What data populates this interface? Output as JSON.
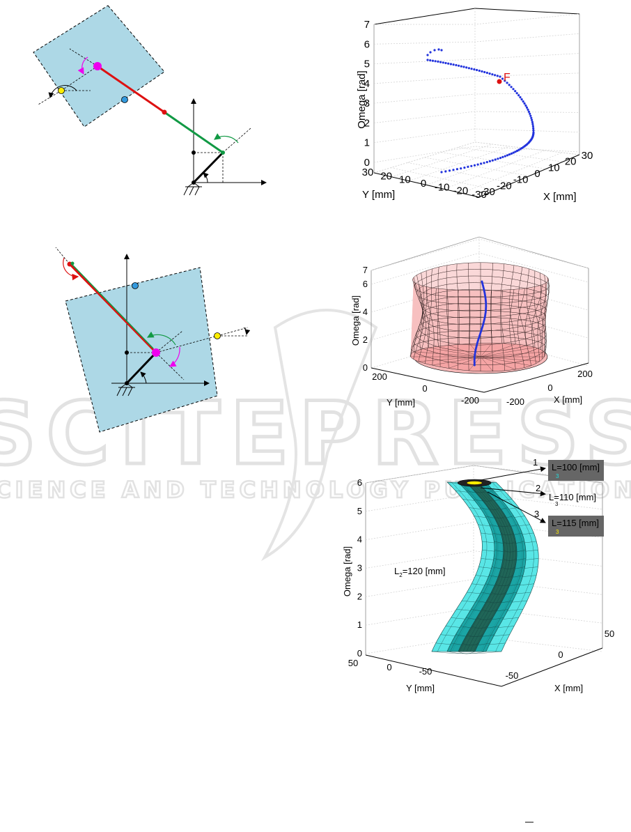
{
  "watermark": {
    "main": "SCITEPRESS",
    "sub": "SCIENCE AND TECHNOLOGY PUBLICATIONS"
  },
  "colors": {
    "plate": "#add8e6",
    "link_red": "#dd1111",
    "link_green": "#119944",
    "pink": "#ee00ee",
    "yellow": "#ffee00",
    "blue_dot": "#3399dd",
    "trajectory": "#2233dd",
    "cylinder": "#f4a0a0",
    "tube_outer": "#22dddd",
    "tube_mid": "#119999",
    "tube_inner": "#225544"
  },
  "chart_data": [
    {
      "type": "line3d",
      "zlabel": "Omega [rad]",
      "ylabel": "Y [mm]",
      "xlabel": "X [mm]",
      "z_ticks": [
        "0",
        "1",
        "2",
        "3",
        "4",
        "5",
        "6",
        "7"
      ],
      "y_ticks": [
        "30",
        "20",
        "10",
        "0",
        "-10",
        "-20",
        "-30"
      ],
      "x_ticks": [
        "-30",
        "-20",
        "-10",
        "0",
        "10",
        "20",
        "30"
      ],
      "zlim": [
        0,
        7
      ],
      "annotation": {
        "label": "F",
        "omega": 4.2
      }
    },
    {
      "type": "surface3d",
      "zlabel": "Omega [rad]",
      "ylabel": "Y [mm]",
      "xlabel": "X [mm]",
      "z_ticks": [
        "0",
        "2",
        "4",
        "6",
        "7"
      ],
      "y_ticks": [
        "200",
        "0",
        "-200"
      ],
      "x_ticks": [
        "-200",
        "0",
        "200"
      ],
      "zlim": [
        0,
        7
      ]
    },
    {
      "type": "surface3d",
      "zlabel": "Omega [rad]",
      "ylabel": "Y [mm]",
      "xlabel": "X [mm]",
      "z_ticks": [
        "0",
        "1",
        "2",
        "3",
        "4",
        "5",
        "6"
      ],
      "y_ticks": [
        "50",
        "0",
        "-50"
      ],
      "x_ticks": [
        "-50",
        "0",
        "50"
      ],
      "zlim": [
        0,
        6
      ],
      "callouts": [
        {
          "num": "1",
          "label": "L",
          "sub": "3",
          "value": "=100 [mm]",
          "text_color": "#22dddd",
          "box": true
        },
        {
          "num": "2",
          "label": "L",
          "sub": "3",
          "value": "=110 [mm]",
          "text_color": "#000000",
          "box": false
        },
        {
          "num": "3",
          "label": "L",
          "sub": "3",
          "value": "=115 [mm]",
          "text_color": "#ffee00",
          "box": true
        }
      ],
      "side_label": {
        "label": "L",
        "sub": "2",
        "value": "=120 [mm]"
      }
    }
  ]
}
